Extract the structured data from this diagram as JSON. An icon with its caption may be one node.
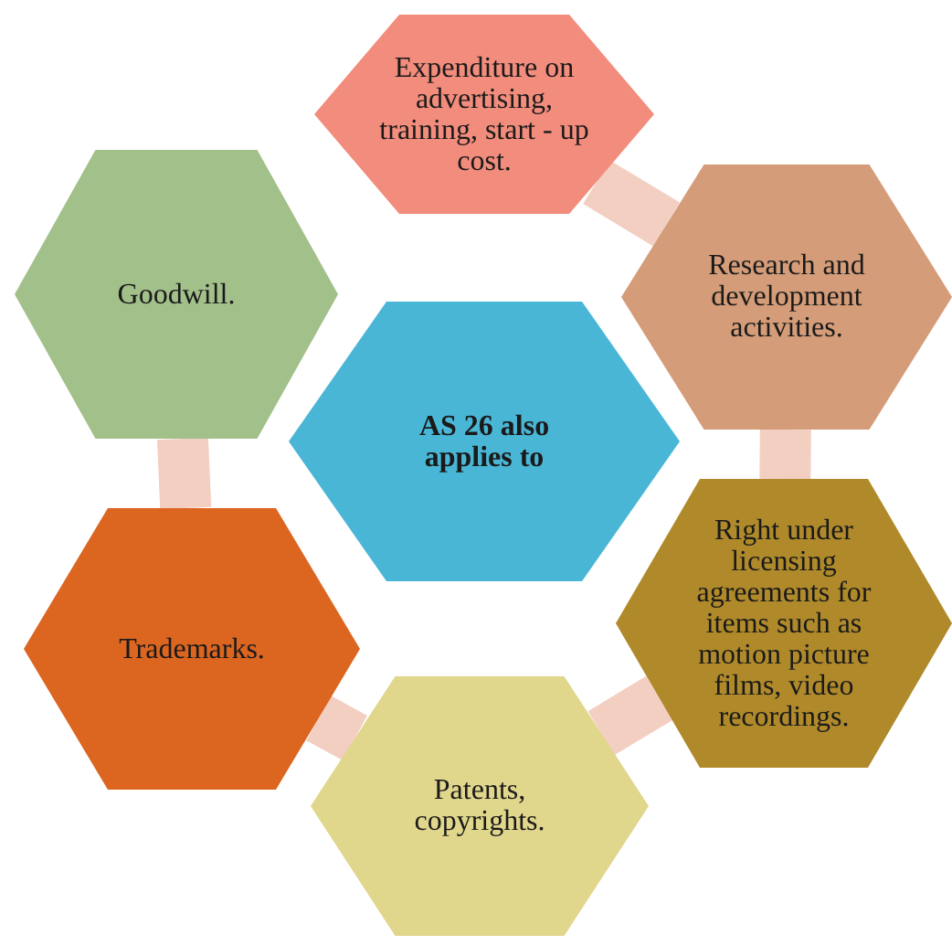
{
  "diagram": {
    "nodes": [
      {
        "text": [
          "AS 26 also applies to"
        ]
      },
      {
        "text": [
          "Expenditure on advertising, training, start - up cost."
        ]
      },
      {
        "text": [
          "Research and development activities."
        ]
      },
      {
        "text": [
          "Right under licensing agreements for items such as motion picture films, video recordings."
        ]
      },
      {
        "text": [
          "Patents, copyrights."
        ]
      },
      {
        "text": [
          "Trademarks."
        ]
      },
      {
        "text": [
          "Goodwill."
        ]
      }
    ],
    "edges": [
      {
        "from": 1,
        "to": 2,
        "arrow": "none"
      },
      {
        "from": 2,
        "to": 3,
        "arrow": "none"
      },
      {
        "from": 3,
        "to": 4,
        "arrow": "none"
      },
      {
        "from": 4,
        "to": 5,
        "arrow": "none"
      },
      {
        "from": 5,
        "to": 6,
        "arrow": "none"
      }
    ]
  }
}
